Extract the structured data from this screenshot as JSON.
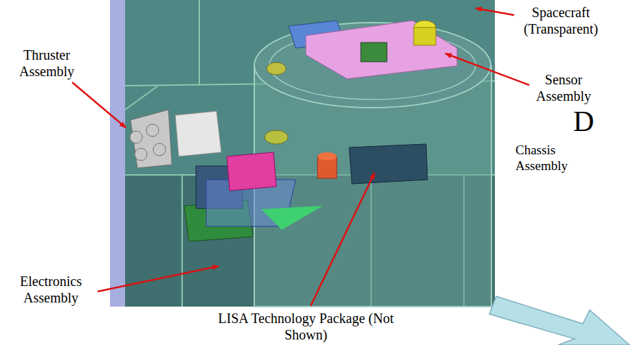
{
  "diagram": {
    "labels": [
      "Thruster Assembly",
      "Spacecraft (Transparent)",
      "Sensor Assembly",
      "D",
      "Chassis Assembly",
      "Electronics Assembly",
      "LISA Technology Package (Not Shown)"
    ]
  }
}
